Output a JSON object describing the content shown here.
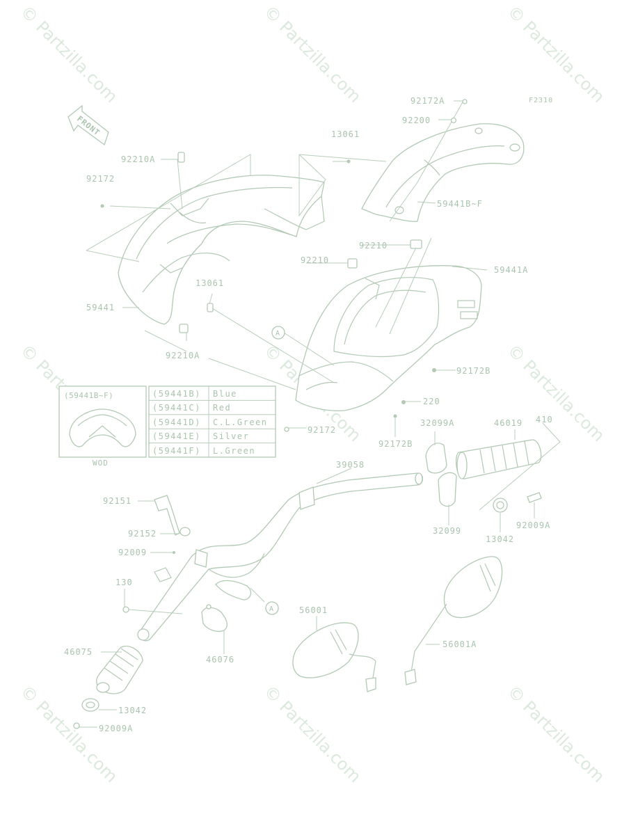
{
  "figure_code": "F2310",
  "front_label": "FRONT",
  "callout_marker": "A",
  "watermark_text": "© Partzilla.com",
  "part_labels": {
    "p92172A": "92172A",
    "p92200": "92200",
    "p13061_top": "13061",
    "p92210A_top": "92210A",
    "p92172_left": "92172",
    "p59441BF": "59441B~F",
    "p92210_right": "92210",
    "p92210_mid": "92210",
    "p59441A": "59441A",
    "p13061_mid": "13061",
    "p59441": "59441",
    "p92210A_bottom": "92210A",
    "p92172B_upper": "92172B",
    "p220": "220",
    "p92172_center": "92172",
    "p92172B_lower": "92172B",
    "p32099A": "32099A",
    "p46019": "46019",
    "p410": "410",
    "p39058": "39058",
    "p92151": "92151",
    "p92152": "92152",
    "p92009": "92009",
    "p130": "130",
    "p32099": "32099",
    "p92009A_right": "92009A",
    "p13042_right": "13042",
    "p56001": "56001",
    "p56001A": "56001A",
    "p46075": "46075",
    "p46076": "46076",
    "p13042_left": "13042",
    "p92009A_left": "92009A"
  },
  "inset": {
    "title": "(59441B~F)",
    "caption": "WOD"
  },
  "color_table": [
    {
      "code": "(59441B)",
      "color": "Blue"
    },
    {
      "code": "(59441C)",
      "color": "Red"
    },
    {
      "code": "(59441D)",
      "color": "C.L.Green"
    },
    {
      "code": "(59441E)",
      "color": "Silver"
    },
    {
      "code": "(59441F)",
      "color": "L.Green"
    }
  ],
  "colors": {
    "line": "#b2c9b4",
    "text": "#a9c4ad",
    "watermark": "#dce9dd"
  }
}
